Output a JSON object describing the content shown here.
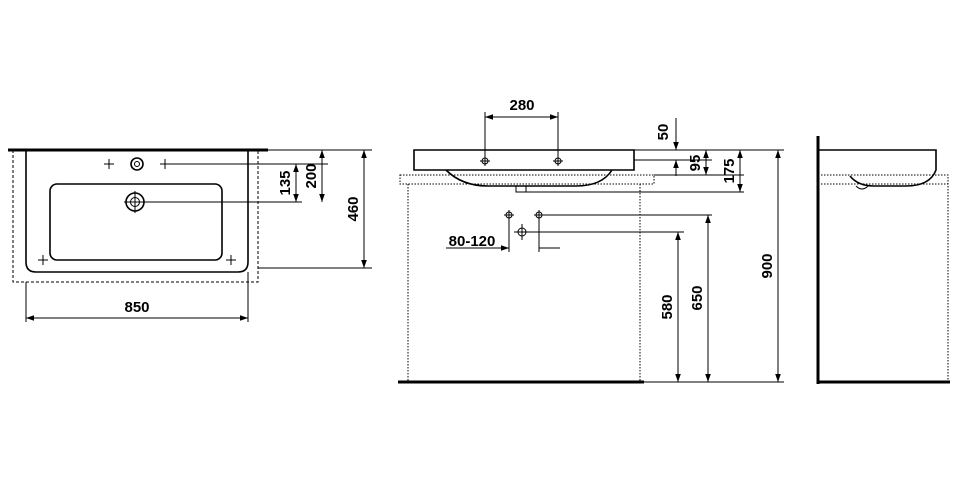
{
  "dimensions": {
    "top_width": "850",
    "top_depth": "460",
    "top_tap_offset": "200",
    "top_drain_offset": "135",
    "front_tap_spacing": "280",
    "front_rim_50": "50",
    "front_rim_95": "95",
    "front_height_175": "175",
    "front_waste_range": "80-120",
    "front_height_580": "580",
    "front_height_650": "650",
    "front_height_900": "900"
  }
}
